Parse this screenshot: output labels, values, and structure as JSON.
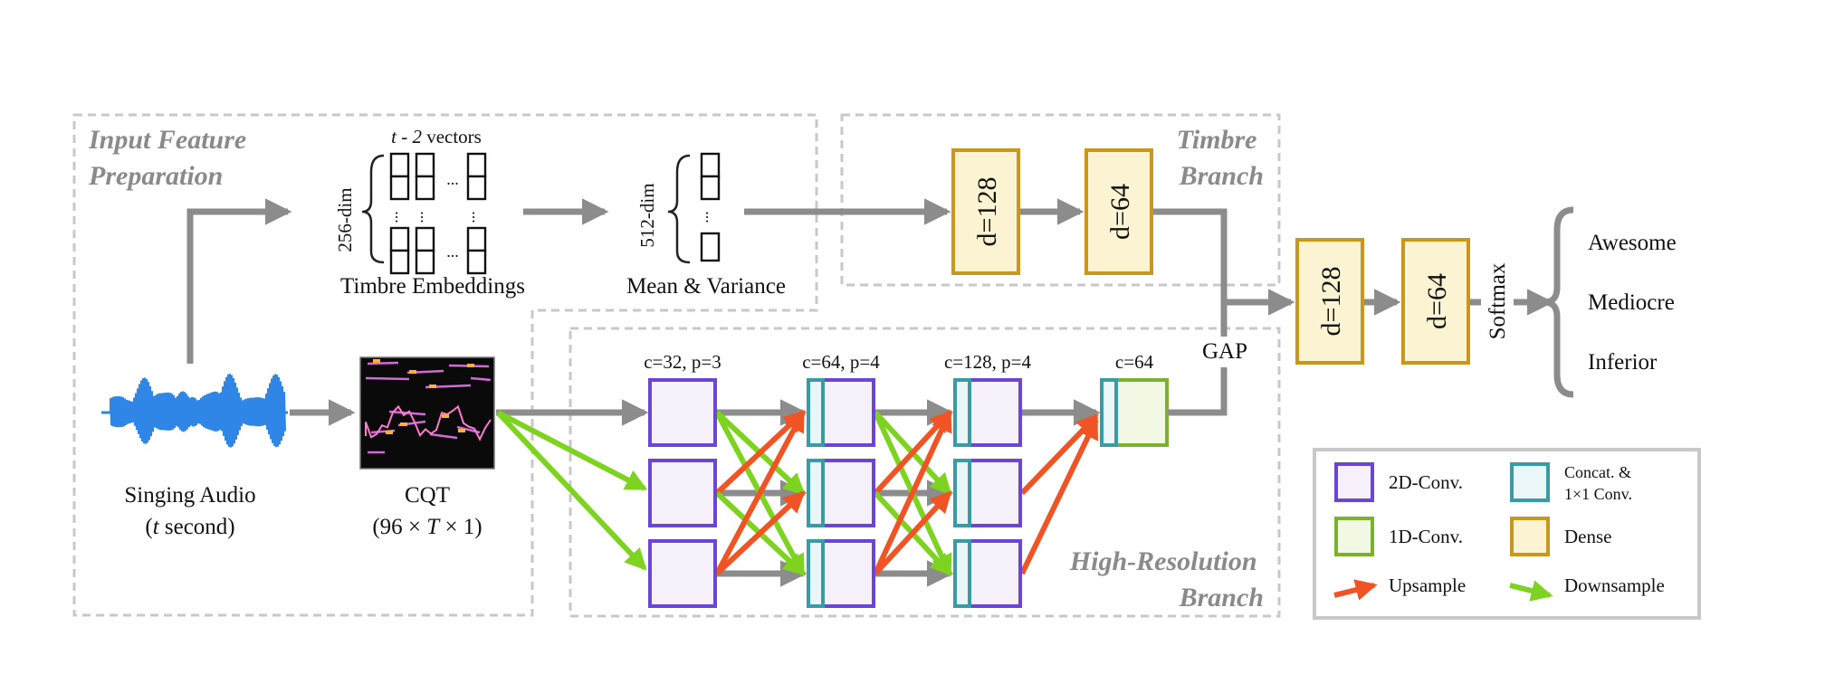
{
  "panels": {
    "input": [
      "Input Feature",
      "Preparation"
    ],
    "timbre": [
      "Timbre",
      "Branch"
    ],
    "hr": [
      "High-Resolution",
      "Branch"
    ]
  },
  "input_prep": {
    "vectors_label_var": "t - 2",
    "vectors_label_rest": " vectors",
    "dim_256": "256-dim",
    "dim_512": "512-dim",
    "ellipsis": "...",
    "embeddings": "Timbre Embeddings",
    "mean_var": "Mean & Variance",
    "audio_line1": "Singing Audio",
    "audio_line2_var": "t",
    "audio_line2_rest": " second)",
    "cqt": "CQT",
    "cqt_dims_a": "(96 × ",
    "cqt_dims_var": "T",
    "cqt_dims_b": " × 1)"
  },
  "hr_branch": {
    "stages": [
      "c=32, p=3",
      "c=64, p=4",
      "c=128, p=4",
      "c=64"
    ],
    "gap": "GAP"
  },
  "timbre_branch": {
    "dense1": "d=128",
    "dense2": "d=64"
  },
  "head": {
    "dense1": "d=128",
    "dense2": "d=64",
    "softmax": "Softmax",
    "classes": [
      "Awesome",
      "Mediocre",
      "Inferior"
    ]
  },
  "legend": {
    "conv2d": "2D-Conv.",
    "concat_l1": "Concat. &",
    "concat_l2": "1×1 Conv.",
    "conv1d": "1D-Conv.",
    "dense": "Dense",
    "upsample": "Upsample",
    "downsample": "Downsample"
  },
  "colors": {
    "arrow_gray": "#8c8c8c",
    "panel_border": "#c8c8c8",
    "conv2d_border": "#6a45d6",
    "conv2d_fill": "#f5f0fa",
    "concat_border": "#3a9aa6",
    "concat_fill": "#eaf6f7",
    "conv1d_border": "#7ab230",
    "conv1d_fill": "#f2f8e4",
    "dense_border": "#c9961e",
    "dense_fill": "#fcf3d2",
    "upsample": "#f05424",
    "downsample": "#7ed321",
    "waveform": "#2f86e6"
  }
}
